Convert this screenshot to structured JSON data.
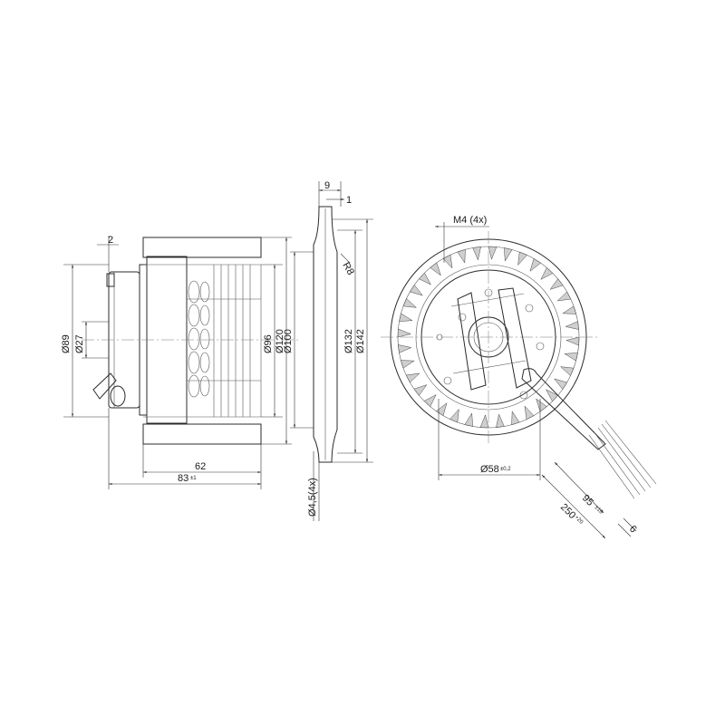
{
  "dimensions": {
    "side_view": {
      "d_2": "2",
      "d_89": "Ø89",
      "d_27": "Ø27",
      "d_96": "Ø96",
      "d_120": "Ø120",
      "d_62": "62",
      "d_83": "83",
      "d_83_tol": "±1"
    },
    "section_view": {
      "d_9": "9",
      "d_1": "1",
      "d_r8": "R8",
      "d_100": "Ø100",
      "d_132": "Ø132",
      "d_142": "Ø142",
      "d_45": "Ø4,5(4x)"
    },
    "front_view": {
      "d_m4": "M4 (4x)",
      "d_58": "Ø58",
      "d_58_tol": "±0,2",
      "d_95": "95",
      "d_95_tol": "±10",
      "d_250": "250",
      "d_250_tol": "+20",
      "d_6": "6"
    }
  },
  "colors": {
    "line": "#2b2b2b",
    "text": "#1a1a1a",
    "background": "#ffffff"
  }
}
